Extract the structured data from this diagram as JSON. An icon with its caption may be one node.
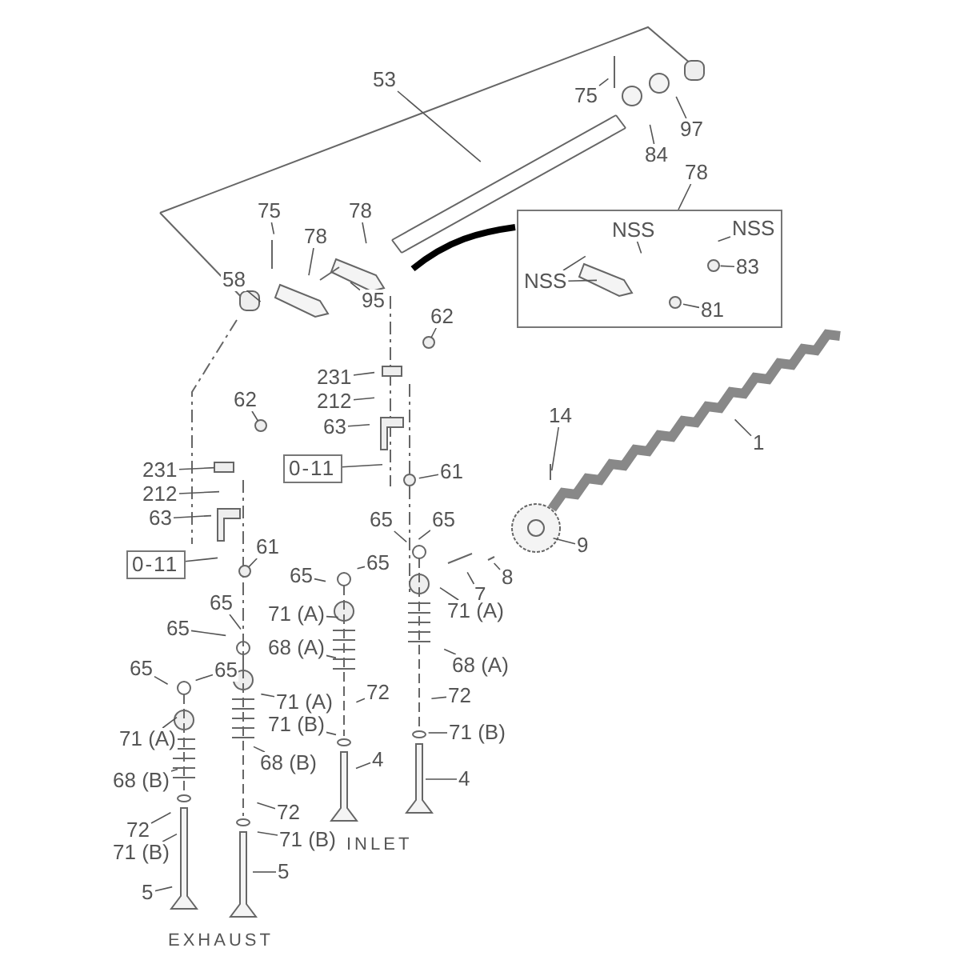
{
  "diagram": {
    "nodes": [
      {
        "text": [
          "53"
        ]
      },
      {
        "text": [
          "75"
        ]
      },
      {
        "text": [
          "84"
        ]
      },
      {
        "text": [
          "97"
        ]
      },
      {
        "text": [
          "78"
        ]
      },
      {
        "text": [],
        "shape": "box"
      },
      {
        "text": [
          "NSS"
        ],
        "in": 5
      },
      {
        "text": [
          "NSS"
        ],
        "in": 5
      },
      {
        "text": [
          "NSS"
        ],
        "in": 5
      },
      {
        "text": [
          "83"
        ],
        "in": 5
      },
      {
        "text": [
          "81"
        ],
        "in": 5
      },
      {
        "text": [
          "75"
        ]
      },
      {
        "text": [
          "78"
        ]
      },
      {
        "text": [
          "78"
        ]
      },
      {
        "text": [
          "58"
        ]
      },
      {
        "text": [
          "95"
        ]
      },
      {
        "text": [
          "62"
        ]
      },
      {
        "text": [
          "231"
        ]
      },
      {
        "text": [
          "212"
        ]
      },
      {
        "text": [
          "63"
        ]
      },
      {
        "text": [
          "0-11"
        ]
      },
      {
        "text": [
          "61"
        ]
      },
      {
        "text": [
          "62"
        ]
      },
      {
        "text": [
          "231"
        ]
      },
      {
        "text": [
          "212"
        ]
      },
      {
        "text": [
          "63"
        ]
      },
      {
        "text": [
          "0-11"
        ]
      },
      {
        "text": [
          "61"
        ]
      },
      {
        "text": [
          "14"
        ]
      },
      {
        "text": [
          "1"
        ]
      },
      {
        "text": [
          "9"
        ]
      },
      {
        "text": [
          "8"
        ]
      },
      {
        "text": [
          "7"
        ]
      },
      {
        "text": [
          "65"
        ]
      },
      {
        "text": [
          "65"
        ]
      },
      {
        "text": [
          "65"
        ]
      },
      {
        "text": [
          "65"
        ]
      },
      {
        "text": [
          "71 (A)"
        ]
      },
      {
        "text": [
          "68 (A)"
        ]
      },
      {
        "text": [
          "72"
        ]
      },
      {
        "text": [
          "71 (B)"
        ]
      },
      {
        "text": [
          "4"
        ]
      },
      {
        "text": [
          "71 (A)"
        ]
      },
      {
        "text": [
          "68 (A)"
        ]
      },
      {
        "text": [
          "72"
        ]
      },
      {
        "text": [
          "71 (B)"
        ]
      },
      {
        "text": [
          "4"
        ]
      },
      {
        "text": [
          "65"
        ]
      },
      {
        "text": [
          "65"
        ]
      },
      {
        "text": [
          "65"
        ]
      },
      {
        "text": [
          "65"
        ]
      },
      {
        "text": [
          "71 (A)"
        ]
      },
      {
        "text": [
          "68 (B)"
        ]
      },
      {
        "text": [
          "72"
        ]
      },
      {
        "text": [
          "71 (B)"
        ]
      },
      {
        "text": [
          "5"
        ]
      },
      {
        "text": [
          "71 (A)"
        ]
      },
      {
        "text": [
          "68 (B)"
        ]
      },
      {
        "text": [
          "72"
        ]
      },
      {
        "text": [
          "71 (B)"
        ]
      },
      {
        "text": [
          "5"
        ]
      }
    ],
    "edges": [
      {
        "from": 0,
        "to": null,
        "arrow": "none"
      },
      {
        "from": 1,
        "to": null,
        "arrow": "none"
      },
      {
        "from": 2,
        "to": null,
        "arrow": "none"
      },
      {
        "from": 3,
        "to": null,
        "arrow": "none"
      },
      {
        "from": 4,
        "to": 5,
        "arrow": "none"
      },
      {
        "from": 6,
        "to": null,
        "arrow": "none"
      },
      {
        "from": 7,
        "to": null,
        "arrow": "none"
      },
      {
        "from": 8,
        "to": null,
        "arrow": "none"
      },
      {
        "from": 8,
        "to": null,
        "arrow": "none"
      },
      {
        "from": 9,
        "to": null,
        "arrow": "none"
      },
      {
        "from": 10,
        "to": null,
        "arrow": "none"
      },
      {
        "from": 11,
        "to": null,
        "arrow": "none"
      },
      {
        "from": 12,
        "to": null,
        "arrow": "none"
      },
      {
        "from": 13,
        "to": null,
        "arrow": "none"
      },
      {
        "from": 14,
        "to": null,
        "arrow": "none"
      },
      {
        "from": 15,
        "to": null,
        "arrow": "none"
      },
      {
        "from": 16,
        "to": null,
        "arrow": "none"
      },
      {
        "from": 17,
        "to": null,
        "arrow": "none"
      },
      {
        "from": 18,
        "to": null,
        "arrow": "none"
      },
      {
        "from": 19,
        "to": null,
        "arrow": "none"
      },
      {
        "from": 20,
        "to": null,
        "arrow": "none"
      },
      {
        "from": 21,
        "to": null,
        "arrow": "none"
      },
      {
        "from": 22,
        "to": null,
        "arrow": "none"
      },
      {
        "from": 23,
        "to": null,
        "arrow": "none"
      },
      {
        "from": 24,
        "to": null,
        "arrow": "none"
      },
      {
        "from": 25,
        "to": null,
        "arrow": "none"
      },
      {
        "from": 26,
        "to": null,
        "arrow": "none"
      },
      {
        "from": 27,
        "to": null,
        "arrow": "none"
      },
      {
        "from": 28,
        "to": null,
        "arrow": "none"
      },
      {
        "from": 29,
        "to": null,
        "arrow": "none"
      },
      {
        "from": 30,
        "to": null,
        "arrow": "none"
      },
      {
        "from": 31,
        "to": null,
        "arrow": "none"
      },
      {
        "from": 32,
        "to": null,
        "arrow": "none"
      },
      {
        "from": 33,
        "to": null,
        "arrow": "none"
      },
      {
        "from": 34,
        "to": null,
        "arrow": "none"
      },
      {
        "from": 35,
        "to": null,
        "arrow": "none"
      },
      {
        "from": 36,
        "to": null,
        "arrow": "none"
      },
      {
        "from": 37,
        "to": null,
        "arrow": "none"
      },
      {
        "from": 38,
        "to": null,
        "arrow": "none"
      },
      {
        "from": 39,
        "to": null,
        "arrow": "none"
      },
      {
        "from": 40,
        "to": null,
        "arrow": "none"
      },
      {
        "from": 41,
        "to": null,
        "arrow": "none"
      },
      {
        "from": 42,
        "to": null,
        "arrow": "none"
      },
      {
        "from": 43,
        "to": null,
        "arrow": "none"
      },
      {
        "from": 44,
        "to": null,
        "arrow": "none"
      },
      {
        "from": 45,
        "to": null,
        "arrow": "none"
      },
      {
        "from": 46,
        "to": null,
        "arrow": "none"
      },
      {
        "from": 47,
        "to": null,
        "arrow": "none"
      },
      {
        "from": 48,
        "to": null,
        "arrow": "none"
      },
      {
        "from": 49,
        "to": null,
        "arrow": "none"
      },
      {
        "from": 50,
        "to": null,
        "arrow": "none"
      },
      {
        "from": 51,
        "to": null,
        "arrow": "none"
      },
      {
        "from": 52,
        "to": null,
        "arrow": "none"
      },
      {
        "from": 53,
        "to": null,
        "arrow": "none"
      },
      {
        "from": 54,
        "to": null,
        "arrow": "none"
      },
      {
        "from": 55,
        "to": null,
        "arrow": "none"
      },
      {
        "from": 56,
        "to": null,
        "arrow": "none"
      },
      {
        "from": 57,
        "to": null,
        "arrow": "none"
      },
      {
        "from": 58,
        "to": null,
        "arrow": "none"
      },
      {
        "from": 59,
        "to": null,
        "arrow": "none"
      },
      {
        "from": 60,
        "to": null,
        "arrow": "none"
      }
    ],
    "labels": [
      "INLET",
      "EXHAUST"
    ]
  }
}
